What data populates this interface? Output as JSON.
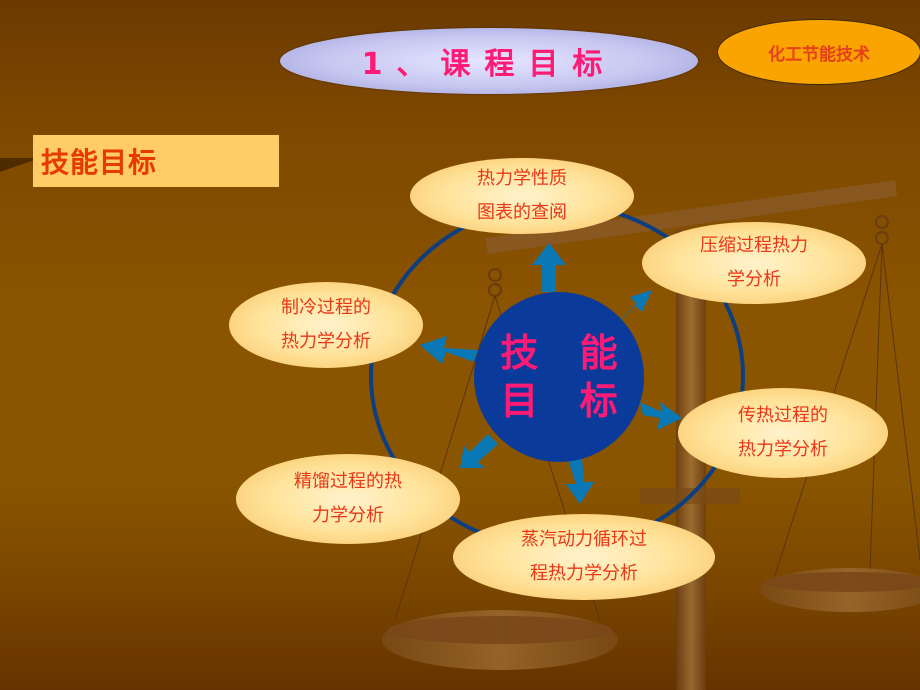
{
  "slide": {
    "title": "1、课程目标",
    "course_badge": "化工节能技术",
    "section_label": "技能目标",
    "center": {
      "line1": "技 能",
      "line2": "目 标"
    },
    "nodes": [
      {
        "id": "property-charts",
        "line1": "热力学性质",
        "line2": "图表的查阅"
      },
      {
        "id": "compression",
        "line1": "压缩过程热力",
        "line2": "学分析"
      },
      {
        "id": "heat-transfer",
        "line1": "传热过程的",
        "line2": "热力学分析"
      },
      {
        "id": "steam-power",
        "line1": "蒸汽动力循环过",
        "line2": "程热力学分析"
      },
      {
        "id": "distillation",
        "line1": "精馏过程的热",
        "line2": "力学分析"
      },
      {
        "id": "refrigeration",
        "line1": "制冷过程的",
        "line2": "热力学分析"
      }
    ],
    "colors": {
      "background_top": "#6b3a00",
      "background_mid": "#8a5500",
      "title_text": "#ff1a75",
      "node_text": "#e8381a",
      "center_fill": "#0a3a9a",
      "arrow": "#0a78b4",
      "ring": "#0d3f80",
      "course_badge_fill": "#f9a400",
      "section_box_fill": "#ffcc66"
    },
    "decorative_icons": [
      "balance-scale-icon"
    ]
  }
}
